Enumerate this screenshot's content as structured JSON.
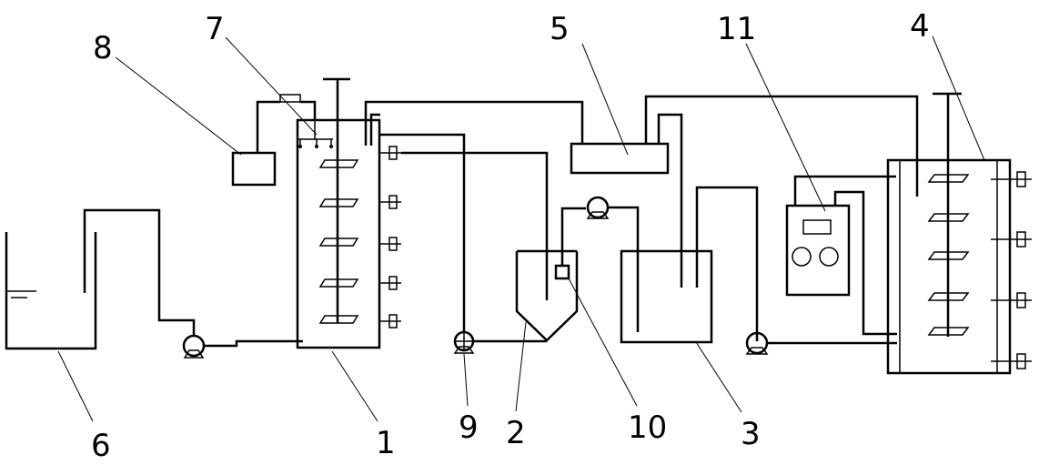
{
  "labels": {
    "l1": "1",
    "l2": "2",
    "l3": "3",
    "l4": "4",
    "l5": "5",
    "l6": "6",
    "l7": "7",
    "l8": "8",
    "l9": "9",
    "l10": "10",
    "l11": "11"
  },
  "colors": {
    "ink": "#000000",
    "paper": "#ffffff"
  }
}
